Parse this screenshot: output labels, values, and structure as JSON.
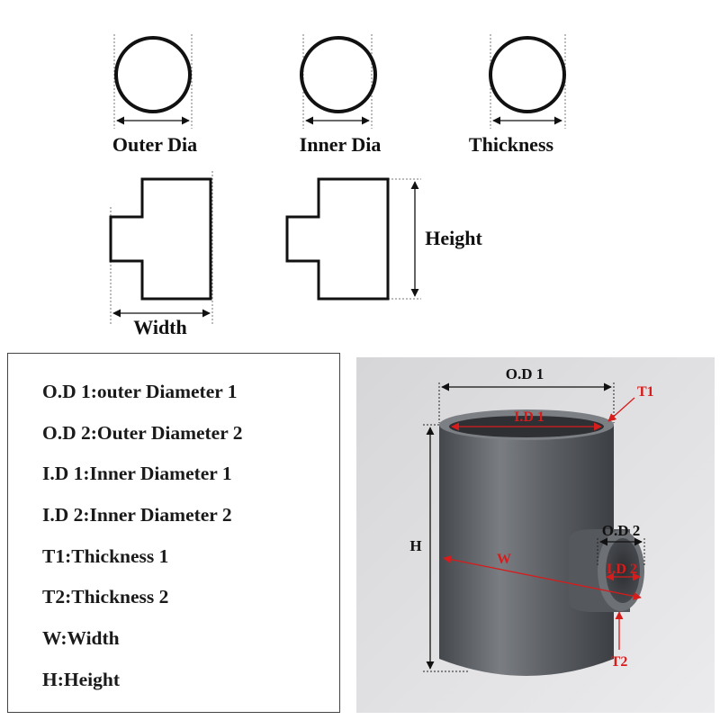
{
  "top_labels": {
    "outer_dia": "Outer Dia",
    "inner_dia": "Inner Dia",
    "thickness": "Thickness",
    "width": "Width",
    "height": "Height"
  },
  "legend": {
    "items": [
      "O.D 1:outer Diameter 1",
      "O.D 2:Outer Diameter 2",
      "I.D 1:Inner Diameter 1",
      "I.D 2:Inner Diameter 2",
      "T1:Thickness 1",
      "T2:Thickness 2",
      "W:Width",
      "H:Height"
    ]
  },
  "photo_labels": {
    "od1": "O.D 1",
    "t1": "T1",
    "id1": "I.D 1",
    "h": "H",
    "w": "W",
    "od2": "O.D 2",
    "id2": "I.D 2",
    "t2": "T2"
  },
  "colors": {
    "annotation_red": "#d81b1b",
    "pipe_gray": "#5e6166",
    "outline": "#111111"
  }
}
